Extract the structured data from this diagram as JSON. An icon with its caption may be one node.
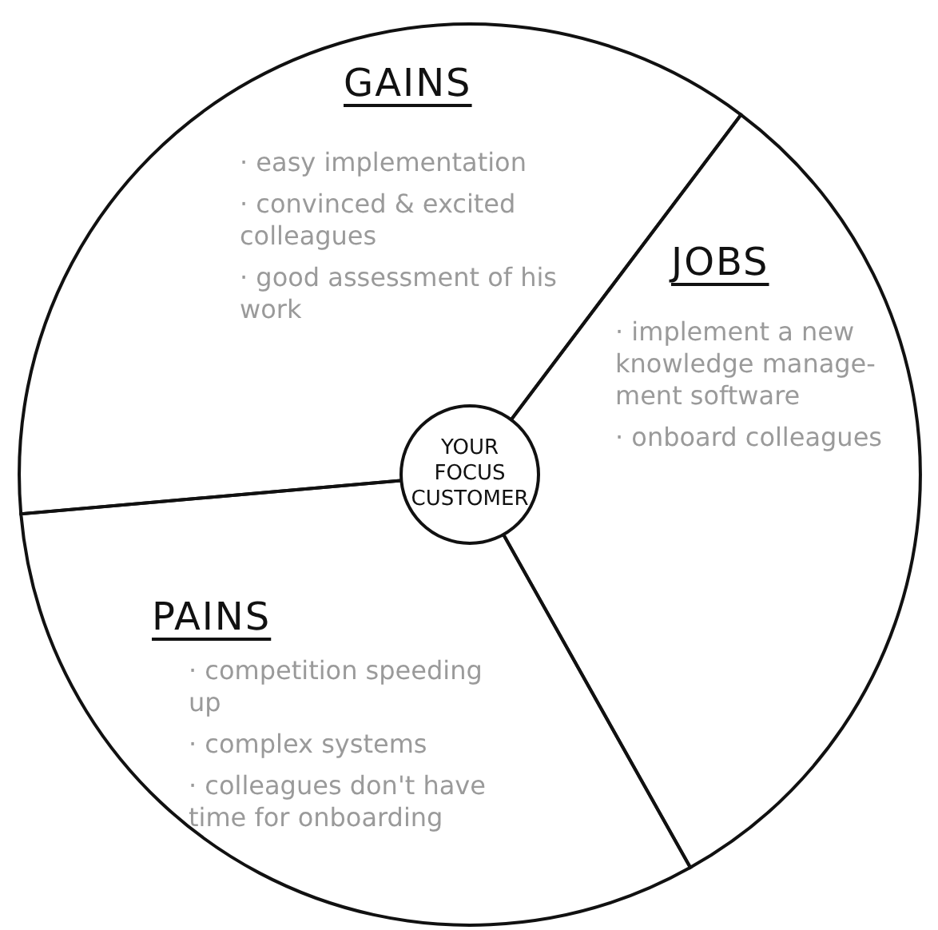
{
  "diagram": {
    "nodes": [
      {
        "text": [
          "GAINS",
          "· easy implementation",
          "· convinced & excited colleagues",
          "· good assessment of his work"
        ]
      },
      {
        "text": [
          "JOBS",
          "· implement a new knowledge manage- ment software",
          "· onboard colleagues"
        ]
      },
      {
        "text": [
          "PAINS",
          "· competition speeding up",
          "· complex systems",
          "· colleagues don't have time for onboarding"
        ]
      },
      {
        "text": [
          "YOUR FOCUS CUSTOMER"
        ]
      }
    ]
  }
}
